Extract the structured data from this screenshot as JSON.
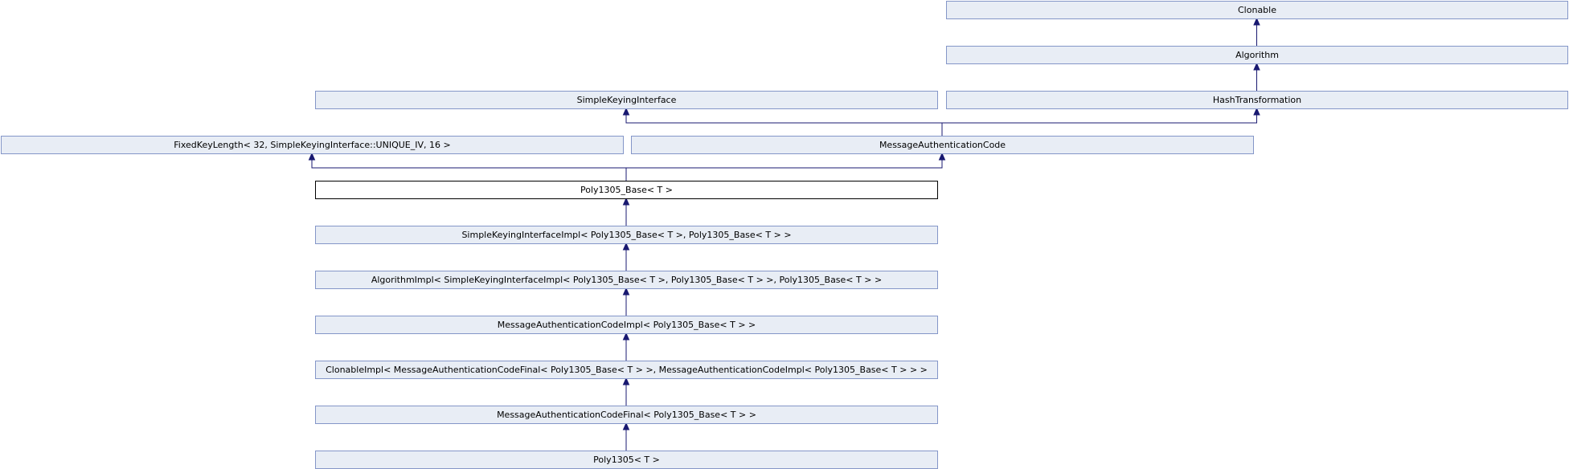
{
  "diagram": {
    "nodes": [
      {
        "id": "clonable",
        "label": "Clonable"
      },
      {
        "id": "algorithm",
        "label": "Algorithm"
      },
      {
        "id": "simple_keying_interface",
        "label": "SimpleKeyingInterface"
      },
      {
        "id": "hash_transformation",
        "label": "HashTransformation"
      },
      {
        "id": "fixed_key_length",
        "label": "FixedKeyLength< 32, SimpleKeyingInterface::UNIQUE_IV, 16 >"
      },
      {
        "id": "message_authentication_code",
        "label": "MessageAuthenticationCode"
      },
      {
        "id": "poly1305_base",
        "label": "Poly1305_Base< T >"
      },
      {
        "id": "simple_keying_interface_impl",
        "label": "SimpleKeyingInterfaceImpl< Poly1305_Base< T >, Poly1305_Base< T > >"
      },
      {
        "id": "algorithm_impl",
        "label": "AlgorithmImpl< SimpleKeyingInterfaceImpl< Poly1305_Base< T >, Poly1305_Base< T > >, Poly1305_Base< T > >"
      },
      {
        "id": "message_authentication_code_impl",
        "label": "MessageAuthenticationCodeImpl< Poly1305_Base< T > >"
      },
      {
        "id": "clonable_impl",
        "label": "ClonableImpl< MessageAuthenticationCodeFinal< Poly1305_Base< T > >, MessageAuthenticationCodeImpl< Poly1305_Base< T > > >"
      },
      {
        "id": "message_authentication_code_final",
        "label": "MessageAuthenticationCodeFinal< Poly1305_Base< T > >"
      },
      {
        "id": "poly1305",
        "label": "Poly1305< T >"
      }
    ],
    "edges": [
      {
        "from": "algorithm",
        "to": "clonable"
      },
      {
        "from": "hash_transformation",
        "to": "algorithm"
      },
      {
        "from": "message_authentication_code",
        "to": "simple_keying_interface"
      },
      {
        "from": "message_authentication_code",
        "to": "hash_transformation"
      },
      {
        "from": "poly1305_base",
        "to": "fixed_key_length"
      },
      {
        "from": "poly1305_base",
        "to": "message_authentication_code"
      },
      {
        "from": "simple_keying_interface_impl",
        "to": "poly1305_base"
      },
      {
        "from": "algorithm_impl",
        "to": "simple_keying_interface_impl"
      },
      {
        "from": "message_authentication_code_impl",
        "to": "algorithm_impl"
      },
      {
        "from": "clonable_impl",
        "to": "message_authentication_code_impl"
      },
      {
        "from": "message_authentication_code_final",
        "to": "clonable_impl"
      },
      {
        "from": "poly1305",
        "to": "message_authentication_code_final"
      }
    ],
    "current_node": "poly1305_base"
  }
}
